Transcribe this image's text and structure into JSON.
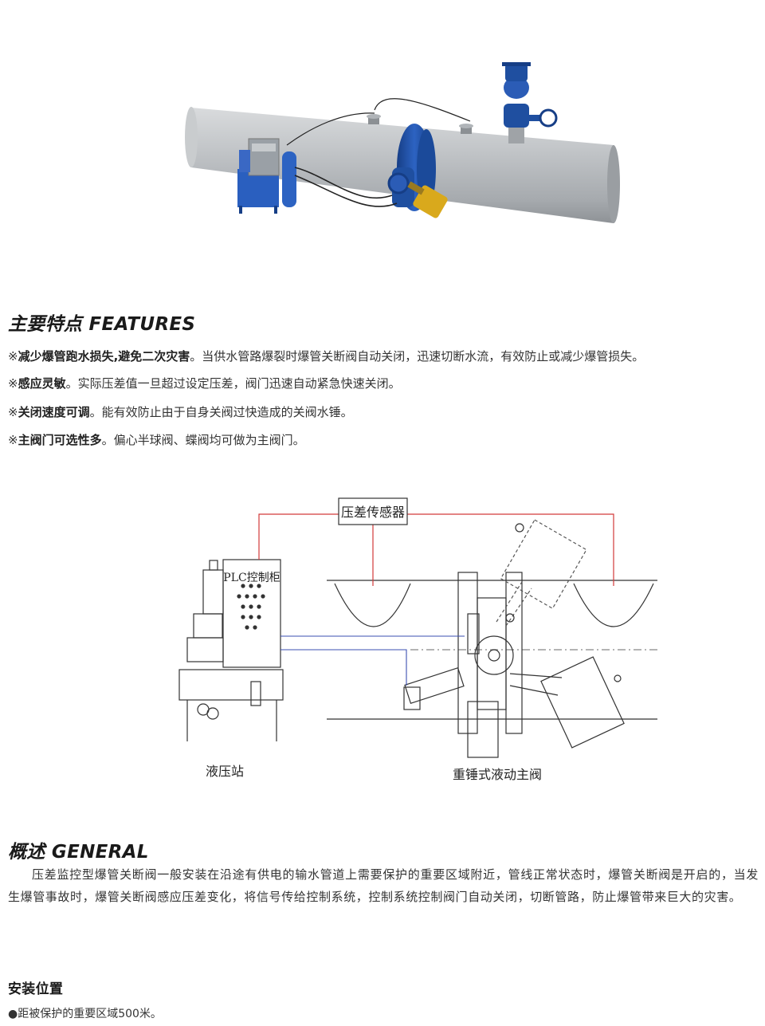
{
  "features": {
    "title": "主要特点 FEATURES",
    "marker": "※",
    "items": [
      {
        "bold": "减少爆管跑水损失,避免二次灾害",
        "text": "。当供水管路爆裂时爆管关断阀自动关闭，迅速切断水流，有效防止或减少爆管损失。"
      },
      {
        "bold": "感应灵敏",
        "text": "。实际压差值一旦超过设定压差，阀门迅速自动紧急快速关闭。"
      },
      {
        "bold": "关闭速度可调",
        "text": "。能有效防止由于自身关阀过快造成的关阀水锤。"
      },
      {
        "bold": "主阀门可选性多",
        "text": "。偏心半球阀、蝶阀均可做为主阀门。"
      }
    ]
  },
  "diagram": {
    "sensor_label": "压差传感器",
    "plc_label": "PLC控制柜",
    "station_label": "液压站",
    "valve_label": "重锤式液动主阀"
  },
  "general": {
    "title": "概述 GENERAL",
    "text": "压差监控型爆管关断阀一般安装在沿途有供电的输水管道上需要保护的重要区域附近，管线正常状态时，爆管关断阀是开启的，当发生爆管事故时，爆管关断阀感应压差变化，将信号传给控制系统，控制系统控制阀门自动关闭，切断管路，防止爆管带来巨大的灾害。"
  },
  "install": {
    "title": "安装位置",
    "note": "●距被保护的重要区域500米。"
  },
  "colors": {
    "pipe": "#b9bcbf",
    "valve_blue": "#1f4fa0",
    "weight_yellow": "#d9a91c",
    "signal_red": "#d23a3a",
    "hydraulic_blue": "#3b4fb0"
  }
}
